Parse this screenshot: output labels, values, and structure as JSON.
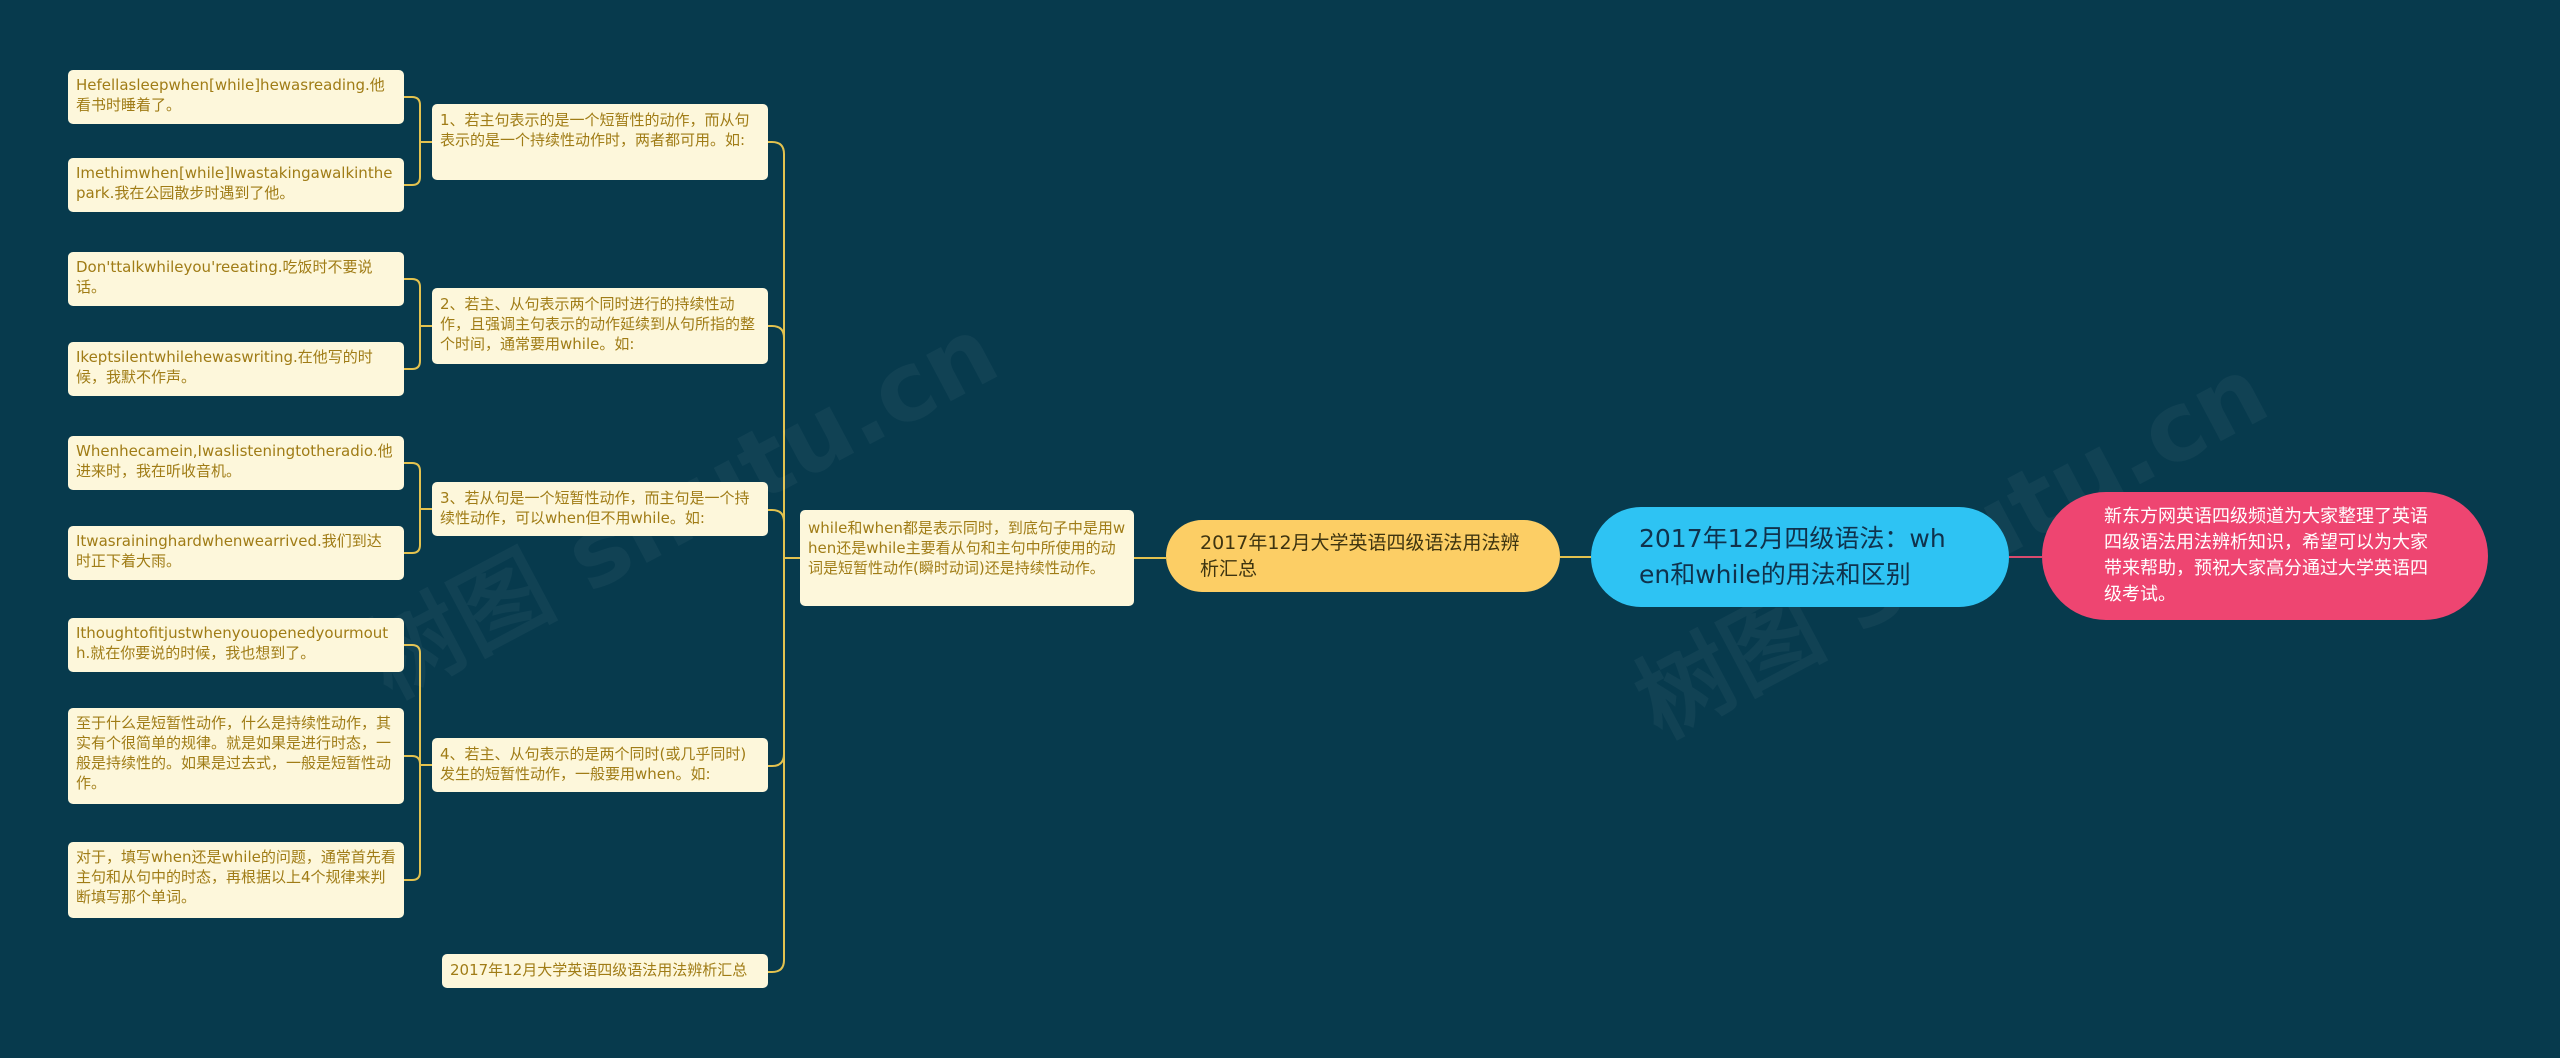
{
  "colors": {
    "background": "#073a4d",
    "center": "#2ec3f3",
    "level1": "#fcce65",
    "leaf": "#fdf7db",
    "right": "#ee4571",
    "link": "#e3c24f",
    "link_right": "#d84a6e"
  },
  "watermark": "树图 shutu.cn",
  "center": {
    "label": "2017年12月四级语法：when和while的用法和区别"
  },
  "right_note": {
    "label": "新东方网英语四级频道为大家整理了英语四级语法用法辨析知识，希望可以为大家带来帮助，预祝大家高分通过大学英语四级考试。"
  },
  "level1": {
    "label": "2017年12月大学英语四级语法用法辨析汇总"
  },
  "summary": {
    "label": "while和when都是表示同时，到底句子中是用when还是while主要看从句和主句中所使用的动词是短暂性动作(瞬时动词)还是持续性动作。"
  },
  "branches": [
    {
      "label": "1、若主句表示的是一个短暂性的动作，而从句表示的是一个持续性动作时，两者都可用。如:",
      "examples": [
        "Hefellasleepwhen[while]hewasreading.他看书时睡着了。",
        "Imethimwhen[while]Iwastakingawalkinthepark.我在公园散步时遇到了他。"
      ]
    },
    {
      "label": "2、若主、从句表示两个同时进行的持续性动作，且强调主句表示的动作延续到从句所指的整个时间，通常要用while。如:",
      "examples": [
        "Don'ttalkwhileyou'reeating.吃饭时不要说话。",
        "Ikeptsilentwhilehewaswriting.在他写的时候，我默不作声。"
      ]
    },
    {
      "label": "3、若从句是一个短暂性动作，而主句是一个持续性动作，可以when但不用while。如:",
      "examples": [
        "Whenhecamein,Iwaslisteningtotheradio.他进来时，我在听收音机。",
        "Itwasraininghardwhenwearrived.我们到达时正下着大雨。"
      ]
    },
    {
      "label": "4、若主、从句表示的是两个同时(或几乎同时)发生的短暂性动作，一般要用when。如:",
      "examples": [
        "Ithoughtofitjustwhenyouopenedyourmouth.就在你要说的时候，我也想到了。",
        "至于什么是短暂性动作，什么是持续性动作，其实有个很简单的规律。就是如果是进行时态，一般是持续性的。如果是过去式，一般是短暂性动作。",
        "对于，填写when还是while的问题，通常首先看主句和从句中的时态，再根据以上4个规律来判断填写那个单词。"
      ]
    },
    {
      "label": "2017年12月大学英语四级语法用法辨析汇总",
      "examples": []
    }
  ]
}
